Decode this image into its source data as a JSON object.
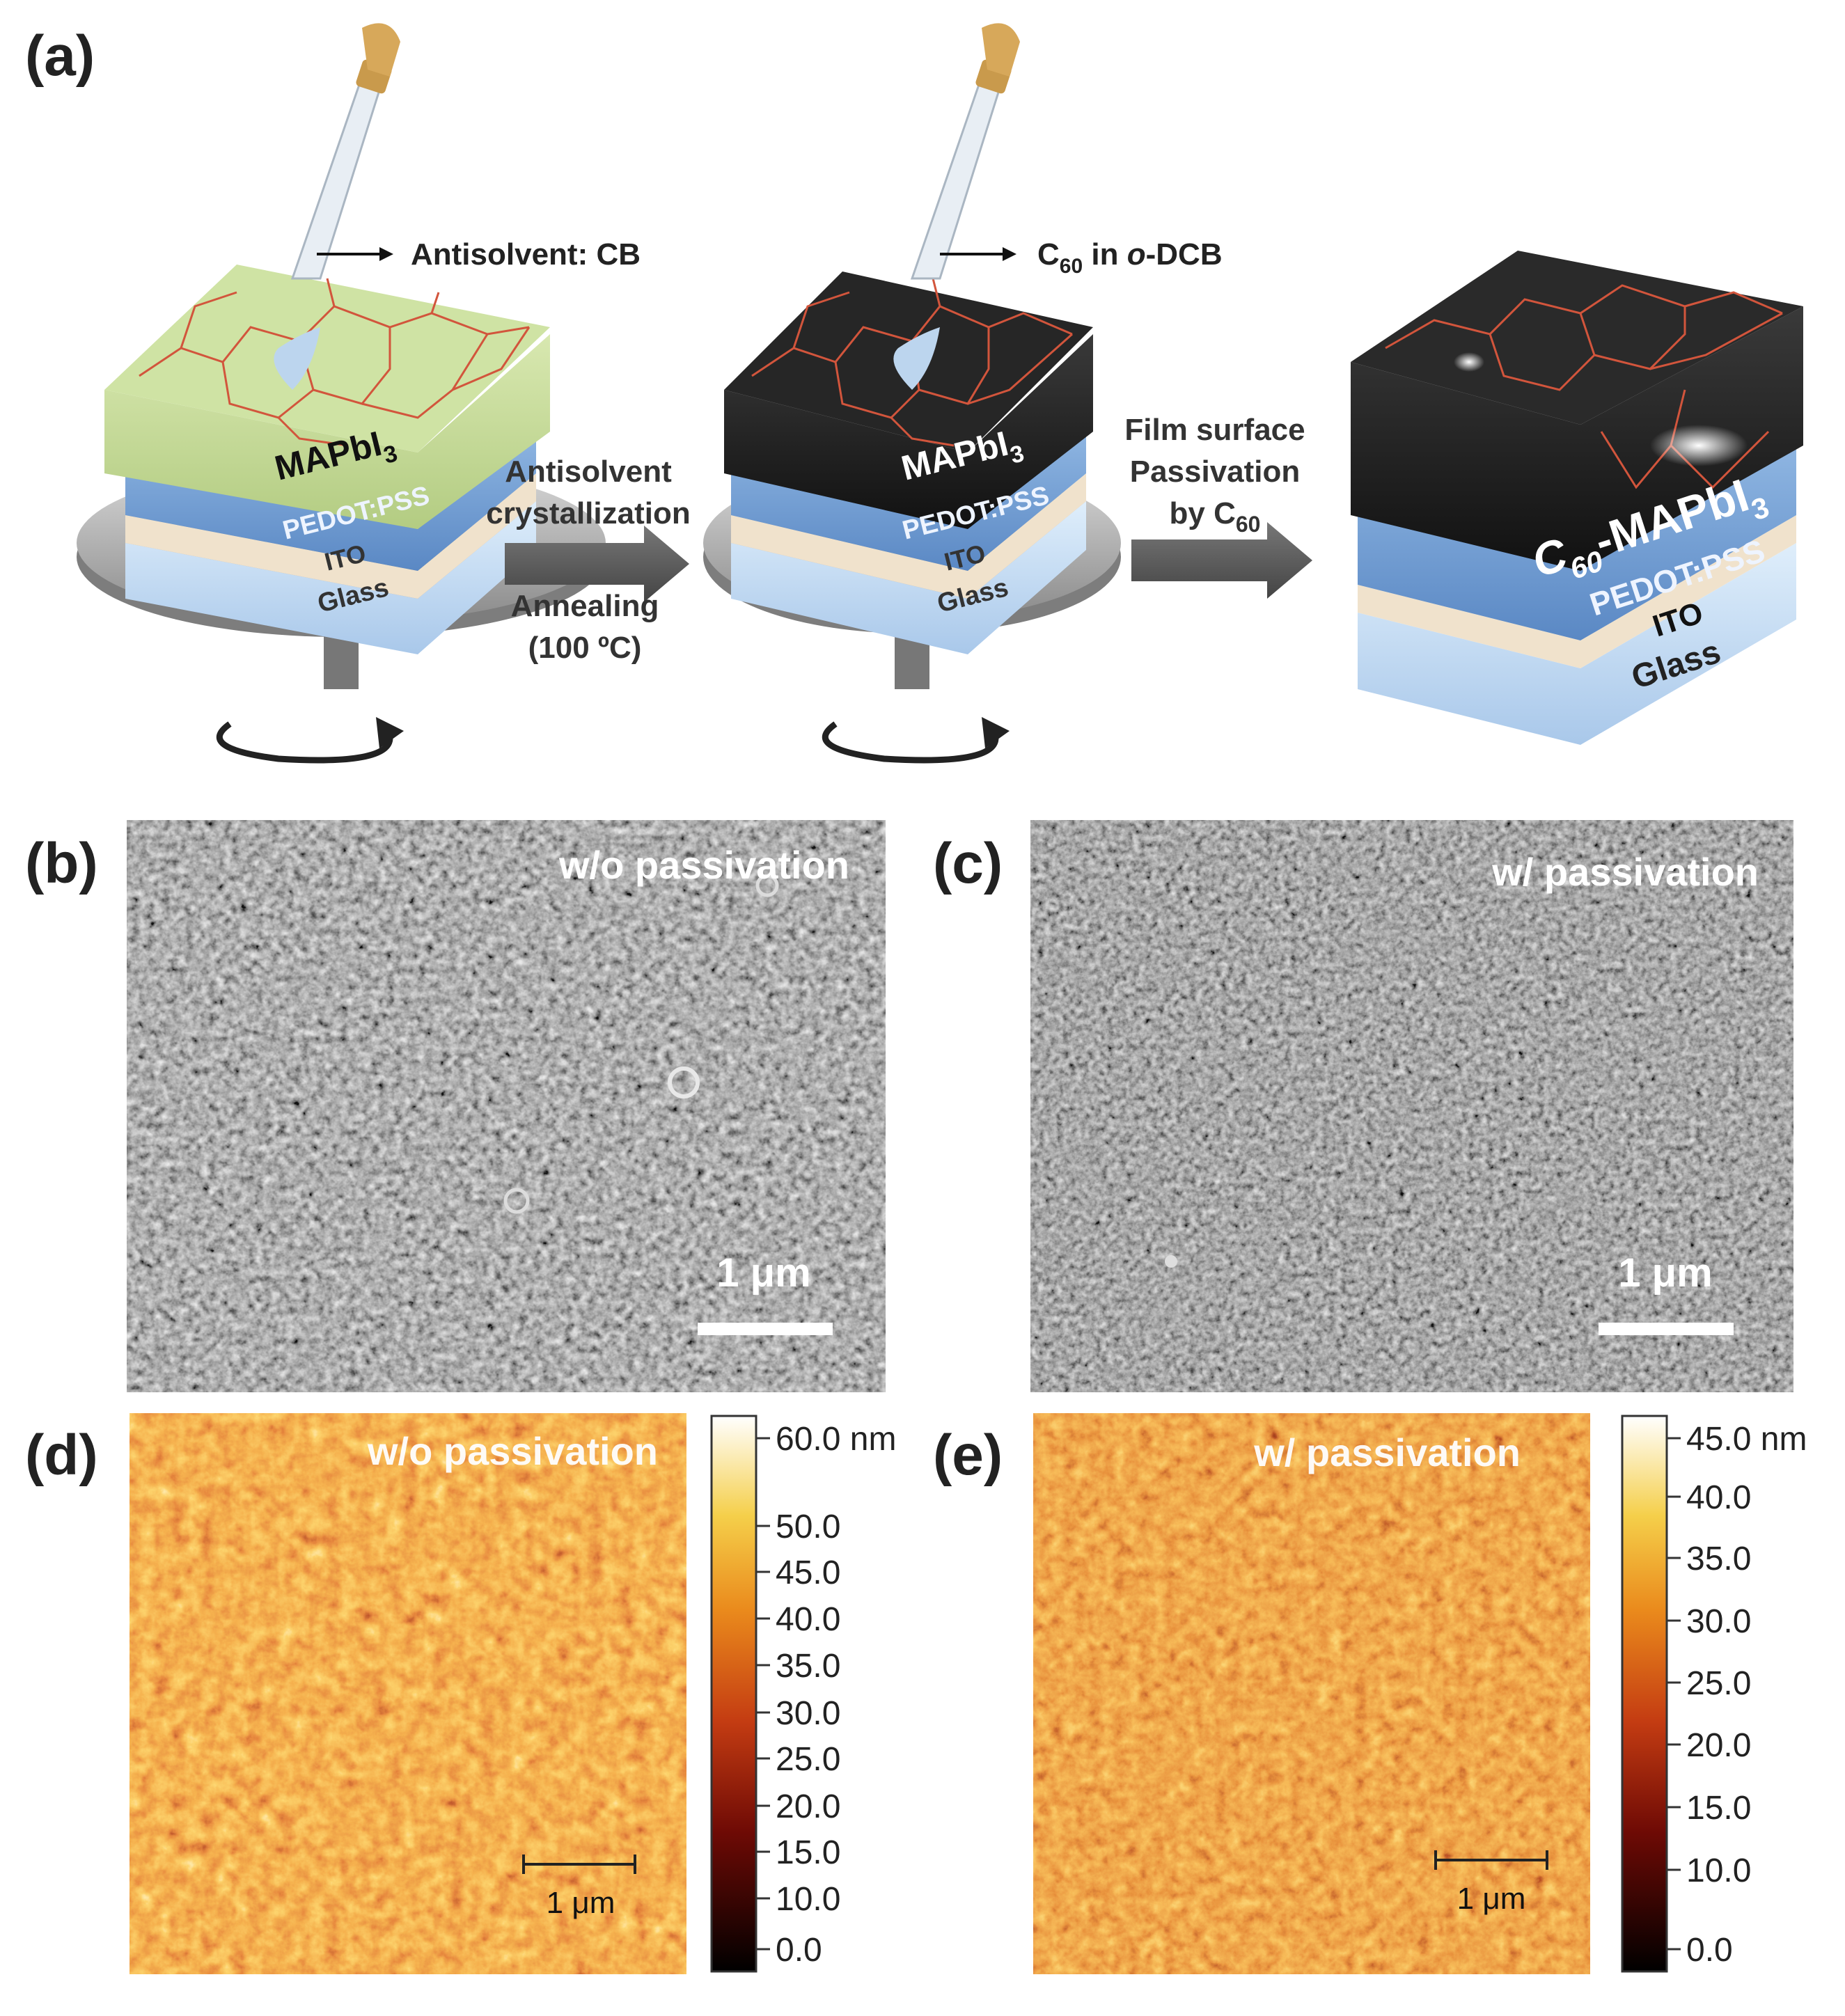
{
  "panels": {
    "a": {
      "label": "(a)",
      "dropper1_label": "Antisolvent: CB",
      "dropper2_label_main": "C",
      "dropper2_label_sub": "60",
      "dropper2_label_mid": " in ",
      "dropper2_label_italic": "o",
      "dropper2_label_end": "-DCB",
      "step1_lines": [
        "Antisolvent",
        "crystallization"
      ],
      "step1_lines2": [
        "Annealing",
        "(100 ºC)"
      ],
      "step2_lines": [
        "Film surface",
        "Passivation"
      ],
      "step2_last_main": "by C",
      "step2_last_sub": "60",
      "device1": {
        "top": "MAPbI",
        "top_sub": "3",
        "pedot": "PEDOT:PSS",
        "ito": "ITO",
        "glass": "Glass"
      },
      "device2": {
        "top": "MAPbI",
        "top_sub": "3",
        "pedot": "PEDOT:PSS",
        "ito": "ITO",
        "glass": "Glass"
      },
      "device3": {
        "top_prefix": "C",
        "top_prefix_sub": "60",
        "top": "-MAPbI",
        "top_sub": "3",
        "pedot": "PEDOT:PSS",
        "ito": "ITO",
        "glass": "Glass"
      }
    },
    "b": {
      "label": "(b)",
      "title": "w/o passivation",
      "scale": "1 μm"
    },
    "c": {
      "label": "(c)",
      "title": "w/ passivation",
      "scale": "1 μm"
    },
    "d": {
      "label": "(d)",
      "title": "w/o passivation",
      "scale": "1 μm",
      "colorbar_ticks": [
        "60.0 nm",
        "50.0",
        "45.0",
        "40.0",
        "35.0",
        "30.0",
        "25.0",
        "20.0",
        "15.0",
        "10.0",
        "0.0"
      ]
    },
    "e": {
      "label": "(e)",
      "title": "w/ passivation",
      "scale": "1 μm",
      "colorbar_ticks": [
        "45.0 nm",
        "40.0",
        "35.0",
        "30.0",
        "25.0",
        "20.0",
        "15.0",
        "10.0",
        "0.0"
      ]
    }
  },
  "colors": {
    "perovskite_green": "#c9dca0",
    "perovskite_dark": "#1e1e1e",
    "grain_line": "#d2553c",
    "pedot_blue": "#6e9bd2",
    "glass_blue": "#bcd6f0",
    "arrow_gray": "#555555"
  }
}
